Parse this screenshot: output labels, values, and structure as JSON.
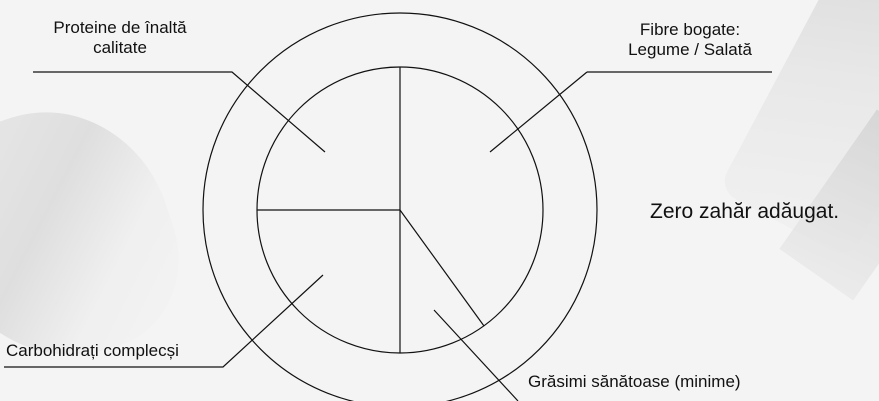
{
  "labels": {
    "proteine": "Proteine de înaltă\ncalitate",
    "fibre": "Fibre bogate:\nLegume / Salată",
    "carbohidrati": "Carbohidrați complecși",
    "grasimi": "Grăsimi sănătoase (minime)"
  },
  "note": "Zero zahăr adăugat."
}
